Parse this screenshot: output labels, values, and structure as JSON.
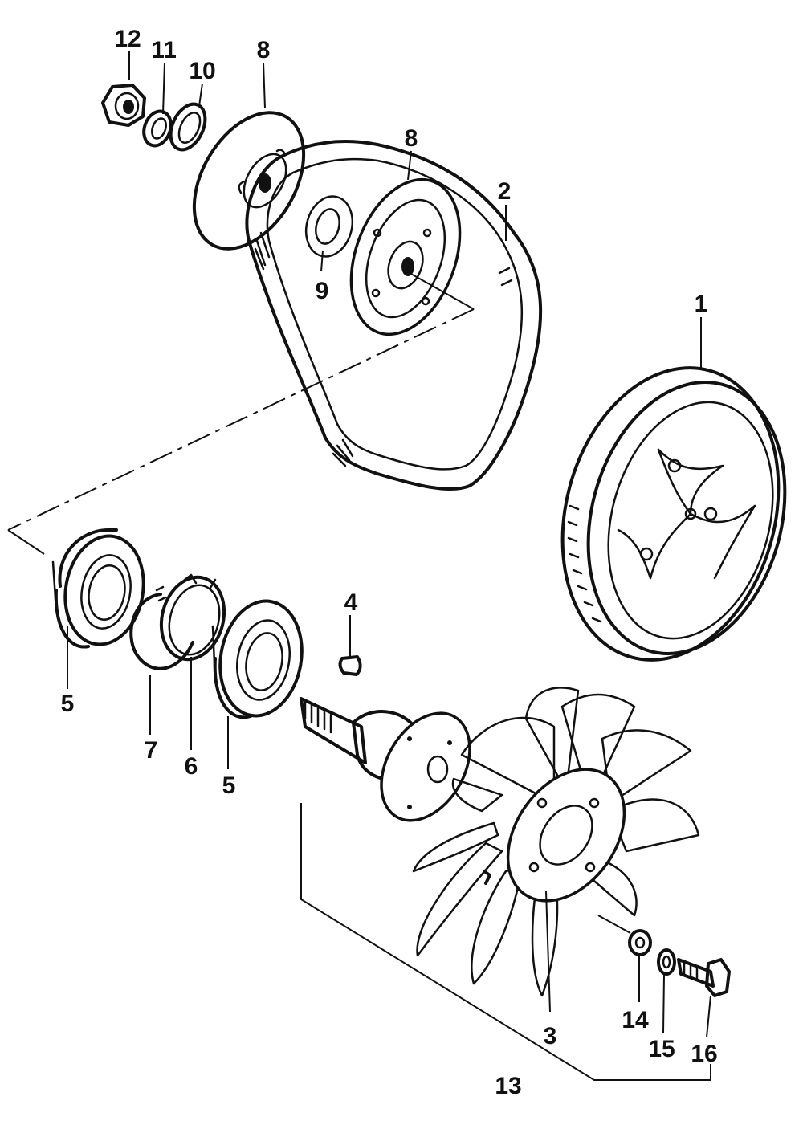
{
  "diagram": {
    "parts": [
      {
        "id": "label-12",
        "text": "12"
      },
      {
        "id": "label-11",
        "text": "11"
      },
      {
        "id": "label-10",
        "text": "10"
      },
      {
        "id": "label-8a",
        "text": "8"
      },
      {
        "id": "label-8b",
        "text": "8"
      },
      {
        "id": "label-2",
        "text": "2"
      },
      {
        "id": "label-9",
        "text": "9"
      },
      {
        "id": "label-1",
        "text": "1"
      },
      {
        "id": "label-4",
        "text": "4"
      },
      {
        "id": "label-5a",
        "text": "5"
      },
      {
        "id": "label-7",
        "text": "7"
      },
      {
        "id": "label-6",
        "text": "6"
      },
      {
        "id": "label-5b",
        "text": "5"
      },
      {
        "id": "label-14",
        "text": "14"
      },
      {
        "id": "label-15",
        "text": "15"
      },
      {
        "id": "label-16",
        "text": "16"
      },
      {
        "id": "label-3",
        "text": "3"
      },
      {
        "id": "label-13",
        "text": "13"
      }
    ]
  }
}
